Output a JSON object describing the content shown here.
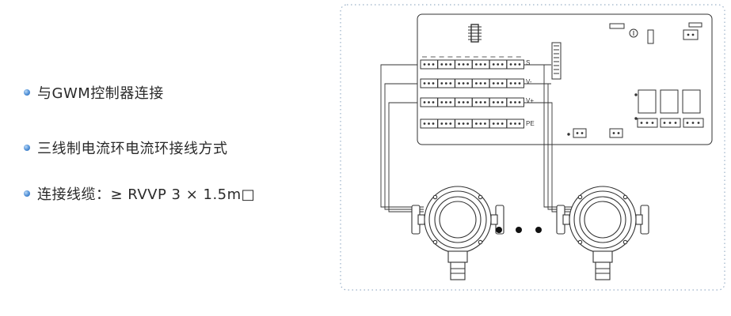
{
  "bullets": [
    "与GWM控制器连接",
    "三线制电流环电流环接线方式",
    "连接线缆：≥ RVVP 3 × 1.5m□"
  ],
  "terminal_labels": {
    "signal": "S",
    "vminus": "V-",
    "vplus": "V+",
    "pe": "PE"
  },
  "colors": {
    "bullet_dot": "#4f8fd6",
    "frame_dots": "#9ab0c8",
    "line": "#333333"
  }
}
